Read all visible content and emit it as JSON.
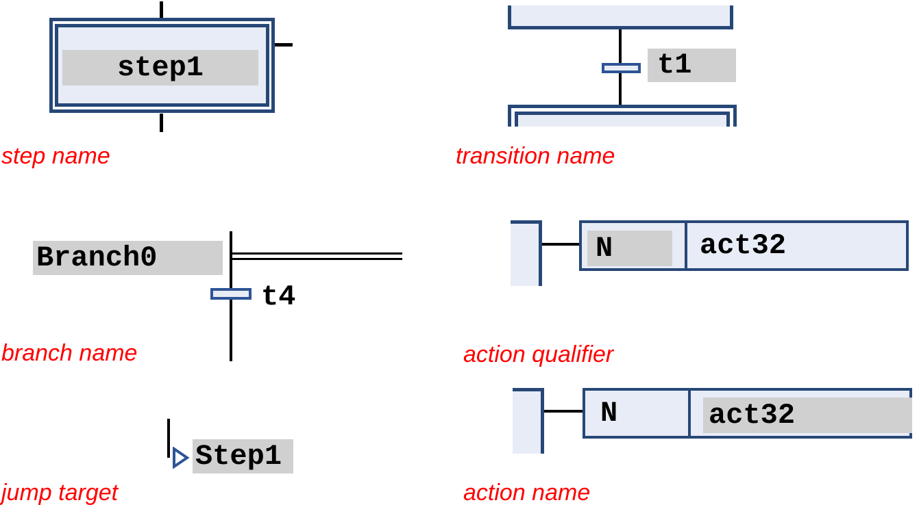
{
  "colors": {
    "border": "#274777",
    "bar": "#2e5496",
    "fill": "#e8ecf6",
    "highlight": "#d0d0d0",
    "line": "#000000",
    "annotation": "#ff0000"
  },
  "step": {
    "name": "step1",
    "label": "step name"
  },
  "transition": {
    "name": "t1",
    "label": "transition name"
  },
  "branch": {
    "name": "Branch0",
    "transition_name": "t4",
    "label": "branch name"
  },
  "action_qualifier": {
    "qualifier": "N",
    "action": "act32",
    "label": "action qualifier"
  },
  "jump": {
    "target": "Step1",
    "label": "jump target"
  },
  "action_name": {
    "qualifier": "N",
    "action": "act32",
    "label": "action name"
  }
}
